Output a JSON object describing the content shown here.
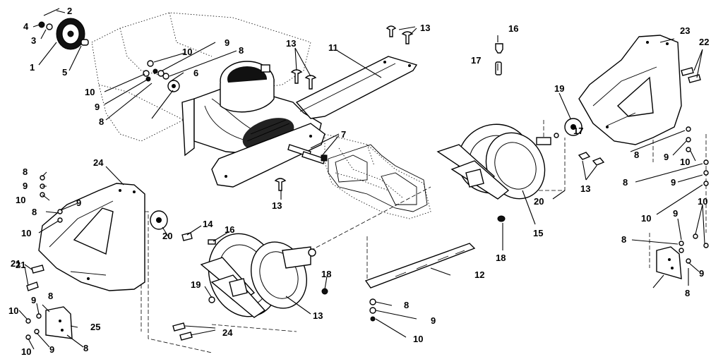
{
  "callouts": [
    {
      "id": "c1",
      "text": "1"
    },
    {
      "id": "c2",
      "text": "2"
    },
    {
      "id": "c3",
      "text": "3"
    },
    {
      "id": "c4",
      "text": "4"
    },
    {
      "id": "c5",
      "text": "5"
    },
    {
      "id": "c6",
      "text": "6"
    },
    {
      "id": "c7",
      "text": "7"
    },
    {
      "id": "c8a",
      "text": "8"
    },
    {
      "id": "c8b",
      "text": "8"
    },
    {
      "id": "c8c",
      "text": "8"
    },
    {
      "id": "c8d",
      "text": "8"
    },
    {
      "id": "c8e",
      "text": "8"
    },
    {
      "id": "c8f",
      "text": "8"
    },
    {
      "id": "c8g",
      "text": "8"
    },
    {
      "id": "c8h",
      "text": "8"
    },
    {
      "id": "c8i",
      "text": "8"
    },
    {
      "id": "c8j",
      "text": "8"
    },
    {
      "id": "c8k",
      "text": "8"
    },
    {
      "id": "c9a",
      "text": "9"
    },
    {
      "id": "c9b",
      "text": "9"
    },
    {
      "id": "c9c",
      "text": "9"
    },
    {
      "id": "c9d",
      "text": "9"
    },
    {
      "id": "c9e",
      "text": "9"
    },
    {
      "id": "c9f",
      "text": "9"
    },
    {
      "id": "c9g",
      "text": "9"
    },
    {
      "id": "c9h",
      "text": "9"
    },
    {
      "id": "c9i",
      "text": "9"
    },
    {
      "id": "c9j",
      "text": "9"
    },
    {
      "id": "c9k",
      "text": "9"
    },
    {
      "id": "c10a",
      "text": "10"
    },
    {
      "id": "c10b",
      "text": "10"
    },
    {
      "id": "c10c",
      "text": "10"
    },
    {
      "id": "c10d",
      "text": "10"
    },
    {
      "id": "c10e",
      "text": "10"
    },
    {
      "id": "c10f",
      "text": "10"
    },
    {
      "id": "c10g",
      "text": "10"
    },
    {
      "id": "c10h",
      "text": "10"
    },
    {
      "id": "c10i",
      "text": "10"
    },
    {
      "id": "c10j",
      "text": "10"
    },
    {
      "id": "c11",
      "text": "11"
    },
    {
      "id": "c12",
      "text": "12"
    },
    {
      "id": "c13a",
      "text": "13"
    },
    {
      "id": "c13b",
      "text": "13"
    },
    {
      "id": "c13c",
      "text": "13"
    },
    {
      "id": "c13d",
      "text": "13"
    },
    {
      "id": "c13e",
      "text": "13"
    },
    {
      "id": "c14",
      "text": "14"
    },
    {
      "id": "c15",
      "text": "15"
    },
    {
      "id": "c16a",
      "text": "16"
    },
    {
      "id": "c16b",
      "text": "16"
    },
    {
      "id": "c17a",
      "text": "17"
    },
    {
      "id": "c17b",
      "text": "17"
    },
    {
      "id": "c18a",
      "text": "18"
    },
    {
      "id": "c18b",
      "text": "18"
    },
    {
      "id": "c19a",
      "text": "19"
    },
    {
      "id": "c19b",
      "text": "19"
    },
    {
      "id": "c20a",
      "text": "20"
    },
    {
      "id": "c20b",
      "text": "20"
    },
    {
      "id": "c21a",
      "text": "21"
    },
    {
      "id": "c21b",
      "text": "21"
    },
    {
      "id": "c22",
      "text": "22"
    },
    {
      "id": "c23",
      "text": "23"
    },
    {
      "id": "c24a",
      "text": "24"
    },
    {
      "id": "c24b",
      "text": "24"
    },
    {
      "id": "c25",
      "text": "25"
    }
  ]
}
